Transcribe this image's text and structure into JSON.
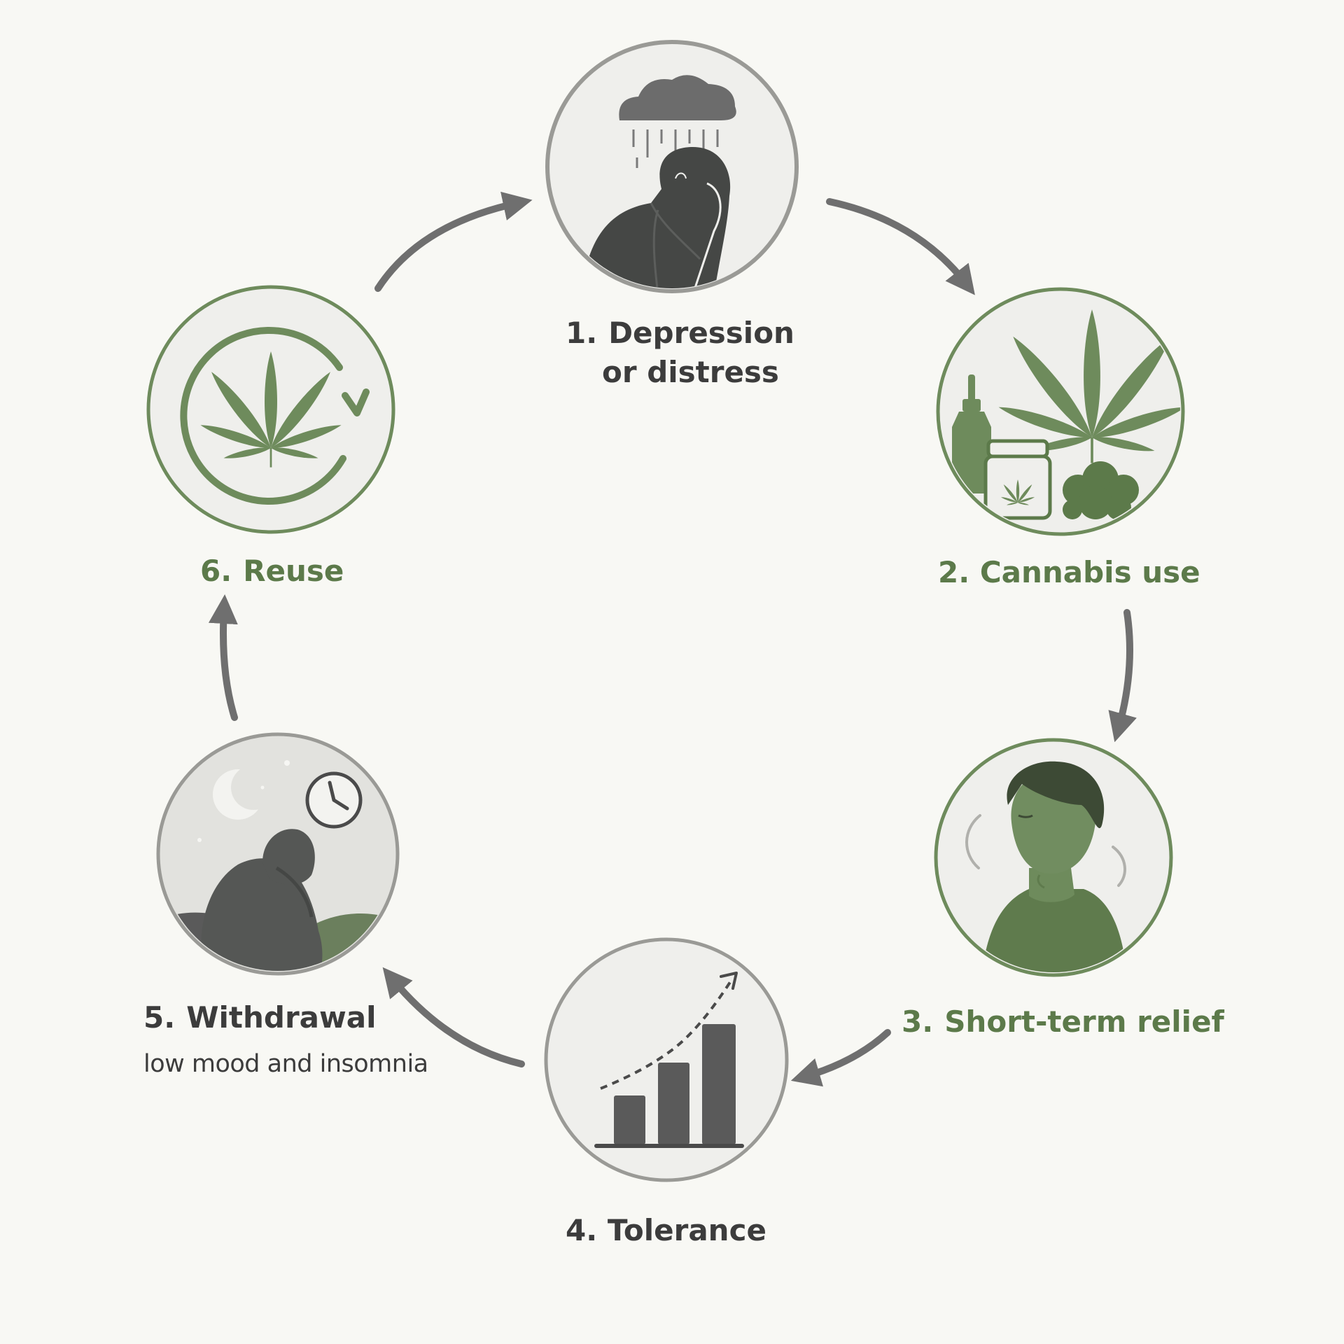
{
  "colors": {
    "background": "#f8f8f4",
    "grey_ring": "#9a9a96",
    "green_ring": "#6e8b5c",
    "dark": "#3c3c3c",
    "green_text": "#5c7a4a",
    "arrow": "#6f6f6f",
    "leaf": "#6e8b5c"
  },
  "steps": [
    {
      "number": "1.",
      "line1": "Depression",
      "line2": "or distress",
      "icon": "rain-cloud-sad-person-icon",
      "accent": "grey"
    },
    {
      "number": "2.",
      "title": "Cannabis use",
      "icon": "cannabis-products-icon",
      "accent": "green"
    },
    {
      "number": "3.",
      "title": "Short-term relief",
      "icon": "relieved-person-icon",
      "accent": "green"
    },
    {
      "number": "4.",
      "title": "Tolerance",
      "icon": "rising-bar-chart-icon",
      "accent": "grey"
    },
    {
      "number": "5.",
      "title": "Withdrawal",
      "subtitle": "low mood and insomnia",
      "icon": "sleepless-person-icon",
      "accent": "grey"
    },
    {
      "number": "6.",
      "title": "Reuse",
      "icon": "cannabis-cycle-icon",
      "accent": "green"
    }
  ],
  "flow": [
    "1-to-2",
    "2-to-3",
    "3-to-4",
    "4-to-5",
    "5-to-6",
    "6-to-1"
  ]
}
